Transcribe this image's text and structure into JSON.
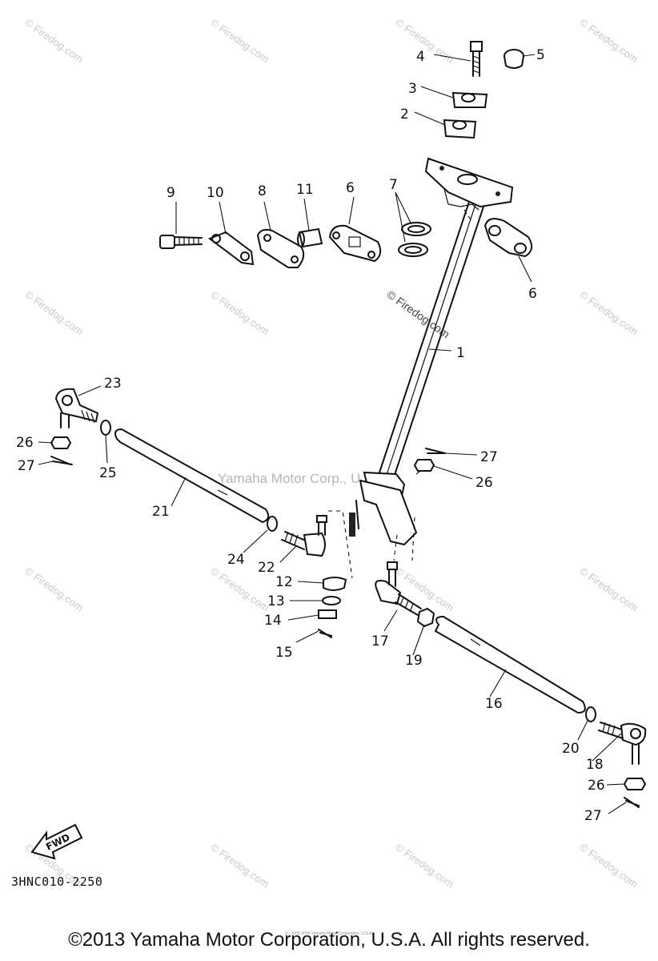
{
  "diagram": {
    "code": "3HNC010-2250",
    "fwd_label": "FWD",
    "copyright": "©2013 Yamaha Motor Corporation, U.S.A. All rights reserved.",
    "small_copyright": "(c) 2005-2015 Yamaha Motor Corporation, U.S.A.",
    "center_watermark": "Yamaha Motor Corp., U.S.A.",
    "site_watermark": "© Firedog.com"
  },
  "callouts": {
    "c1": "1",
    "c2": "2",
    "c3": "3",
    "c4": "4",
    "c5": "5",
    "c6a": "6",
    "c6b": "6",
    "c7": "7",
    "c8": "8",
    "c9": "9",
    "c10": "10",
    "c11": "11",
    "c12": "12",
    "c13": "13",
    "c14": "14",
    "c15": "15",
    "c16": "16",
    "c17": "17",
    "c18": "18",
    "c19": "19",
    "c20": "20",
    "c21": "21",
    "c22": "22",
    "c23": "23",
    "c24": "24",
    "c25": "25",
    "c26a": "26",
    "c26b": "26",
    "c26c": "26",
    "c27a": "27",
    "c27b": "27",
    "c27c": "27"
  }
}
